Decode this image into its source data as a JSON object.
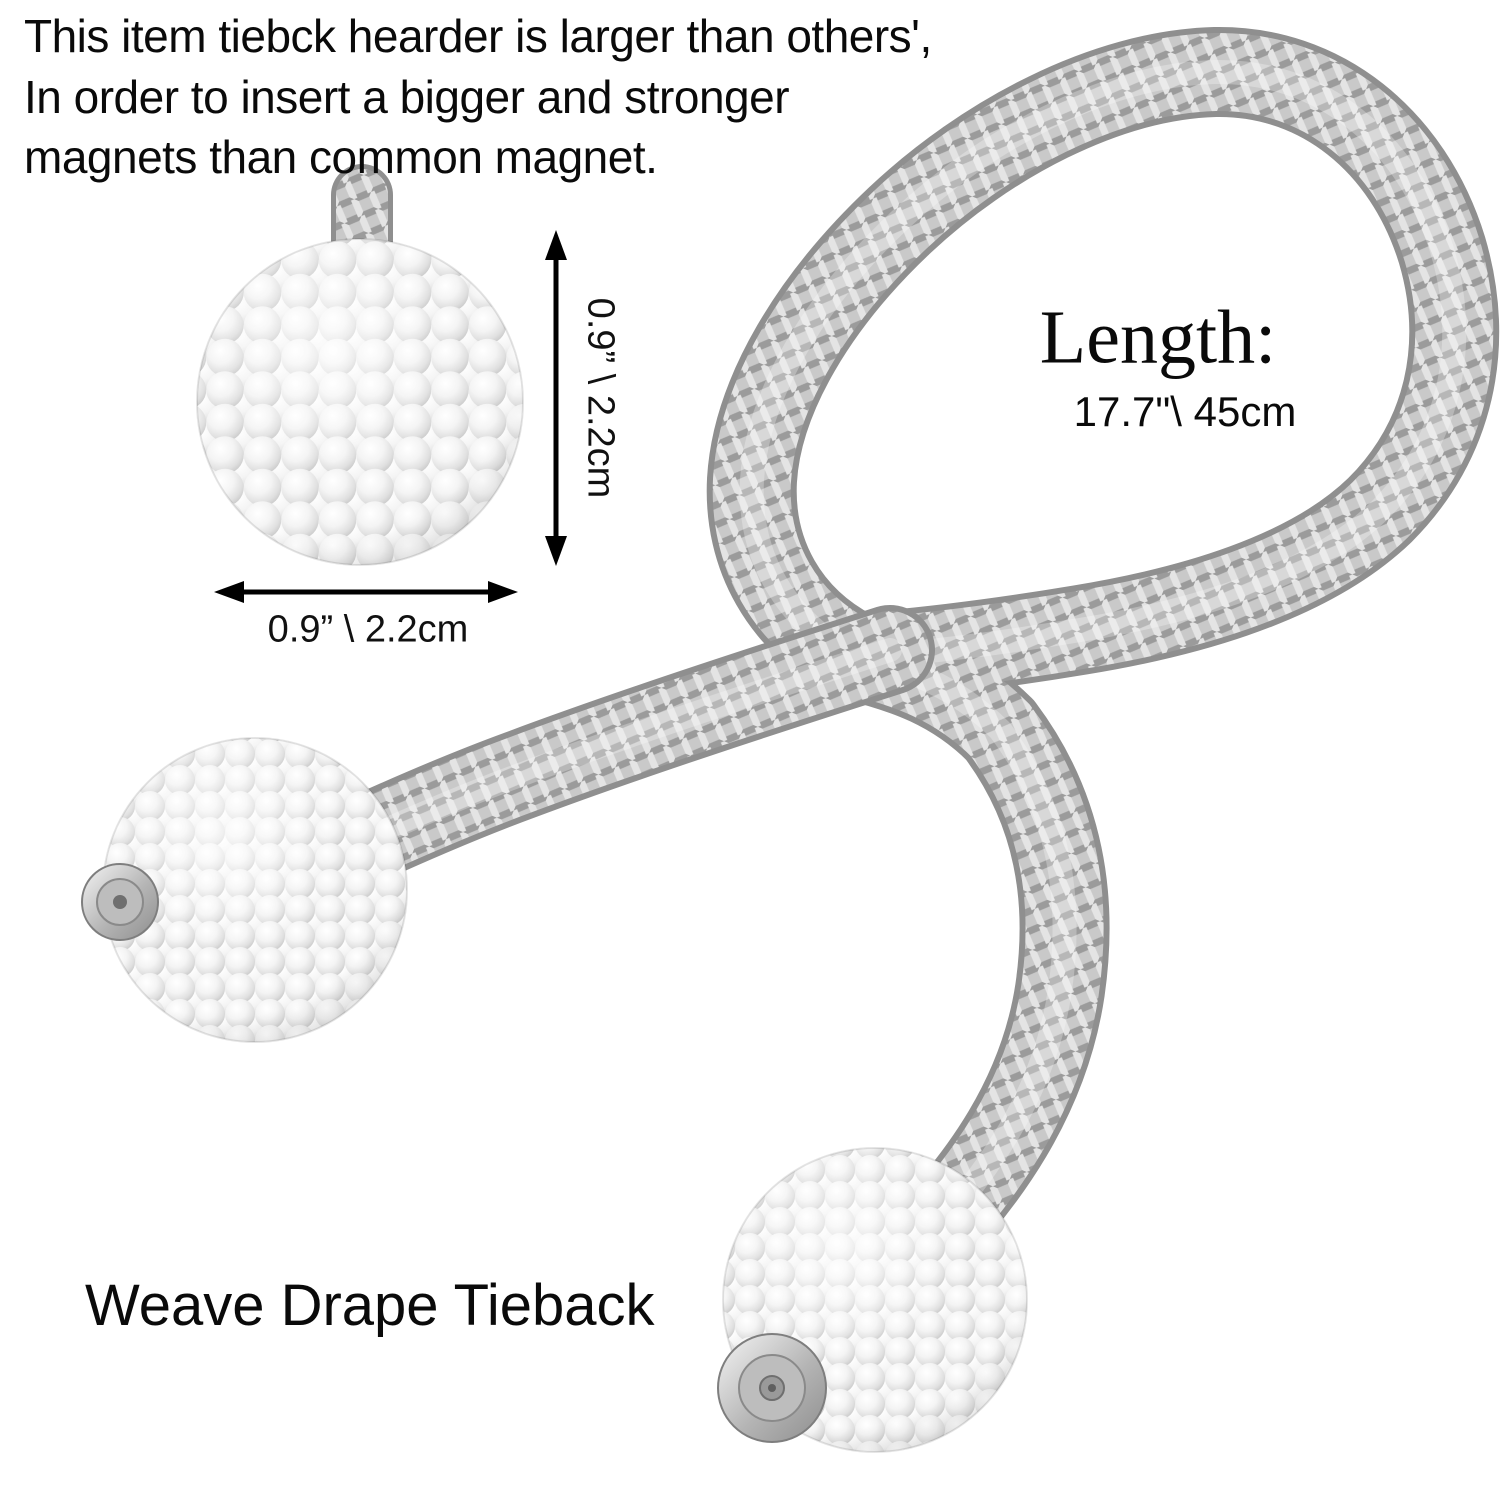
{
  "header": {
    "lines": [
      "This item tiebck hearder is larger than others',",
      "In order to insert a bigger and stronger",
      "magnets than common magnet."
    ]
  },
  "closeup": {
    "vertical_dimension": "0.9” \\ 2.2cm",
    "horizontal_dimension": "0.9”  \\ 2.2cm"
  },
  "length": {
    "title": "Length:",
    "value": "17.7\"\\ 45cm"
  },
  "product_label": "Weave Drape Tieback",
  "icons": {
    "vertical_arrow": "↕",
    "horizontal_arrow": "↔"
  },
  "colors": {
    "background": "#ffffff",
    "text": "#0a0a0a",
    "rope_base": "#c9c9c9",
    "rope_dark": "#9b9b9b",
    "rope_light": "#e4e4e4",
    "pearl_edge": "#c2c2c2",
    "metal": "#b5b5b5"
  }
}
